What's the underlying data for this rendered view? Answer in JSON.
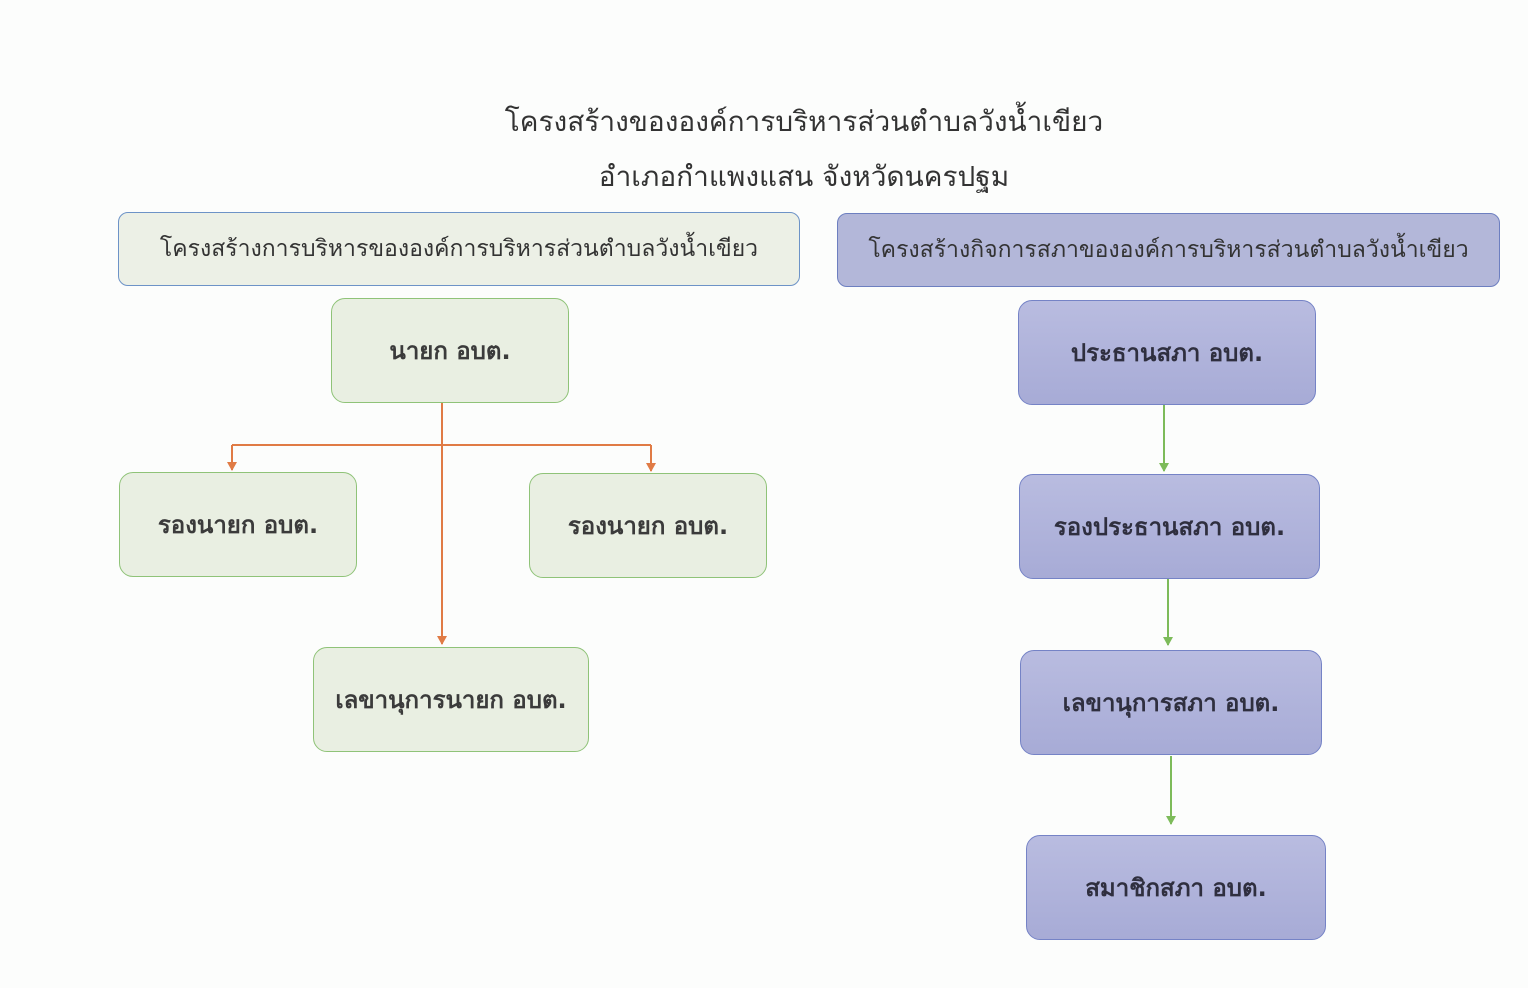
{
  "title": {
    "line1": "โครงสร้างขององค์การบริหารส่วนตำบลวังน้ำเขียว",
    "line2": "อำเภอกำแพงแสน จังหวัดนครปฐม"
  },
  "administration": {
    "header": "โครงสร้างการบริหารขององค์การบริหารส่วนตำบลวังน้ำเขียว",
    "mayor": "นายก อบต.",
    "deputy_left": "รองนายก อบต.",
    "deputy_right": "รองนายก อบต.",
    "secretary": "เลขานุการนายก อบต."
  },
  "council": {
    "header": "โครงสร้างกิจการสภาขององค์การบริหารส่วนตำบลวังน้ำเขียว",
    "chair": "ประธานสภา อบต.",
    "vice_chair": "รองประธานสภา อบต.",
    "secretary": "เลขานุการสภา อบต.",
    "members": "สมาชิกสภา อบต."
  },
  "colors": {
    "admin_connector": "#e07b45",
    "council_connector": "#7dbb5a"
  }
}
